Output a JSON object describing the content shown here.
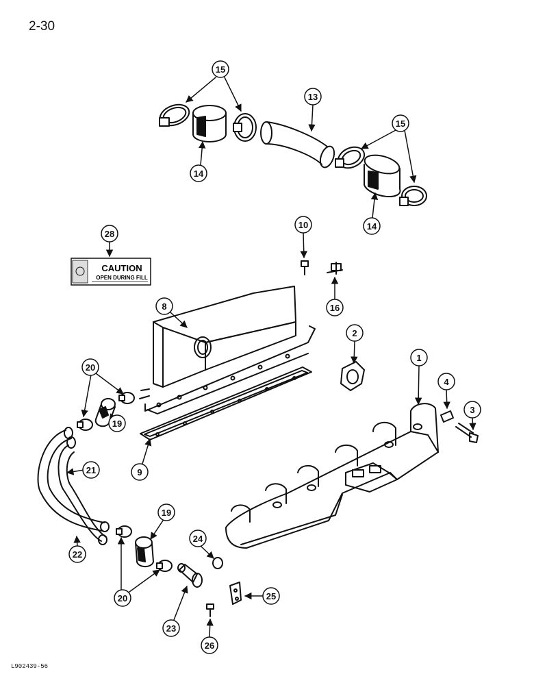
{
  "page": {
    "number": "2-30",
    "figure_code": "L902439-56"
  },
  "decal": {
    "title": "CAUTION",
    "subtitle": "OPEN DURING FILL"
  },
  "callouts": [
    "1",
    "2",
    "3",
    "4",
    "8",
    "9",
    "10",
    "13",
    "14",
    "14",
    "15",
    "15",
    "16",
    "19",
    "19",
    "20",
    "20",
    "21",
    "22",
    "23",
    "24",
    "25",
    "26",
    "28"
  ]
}
